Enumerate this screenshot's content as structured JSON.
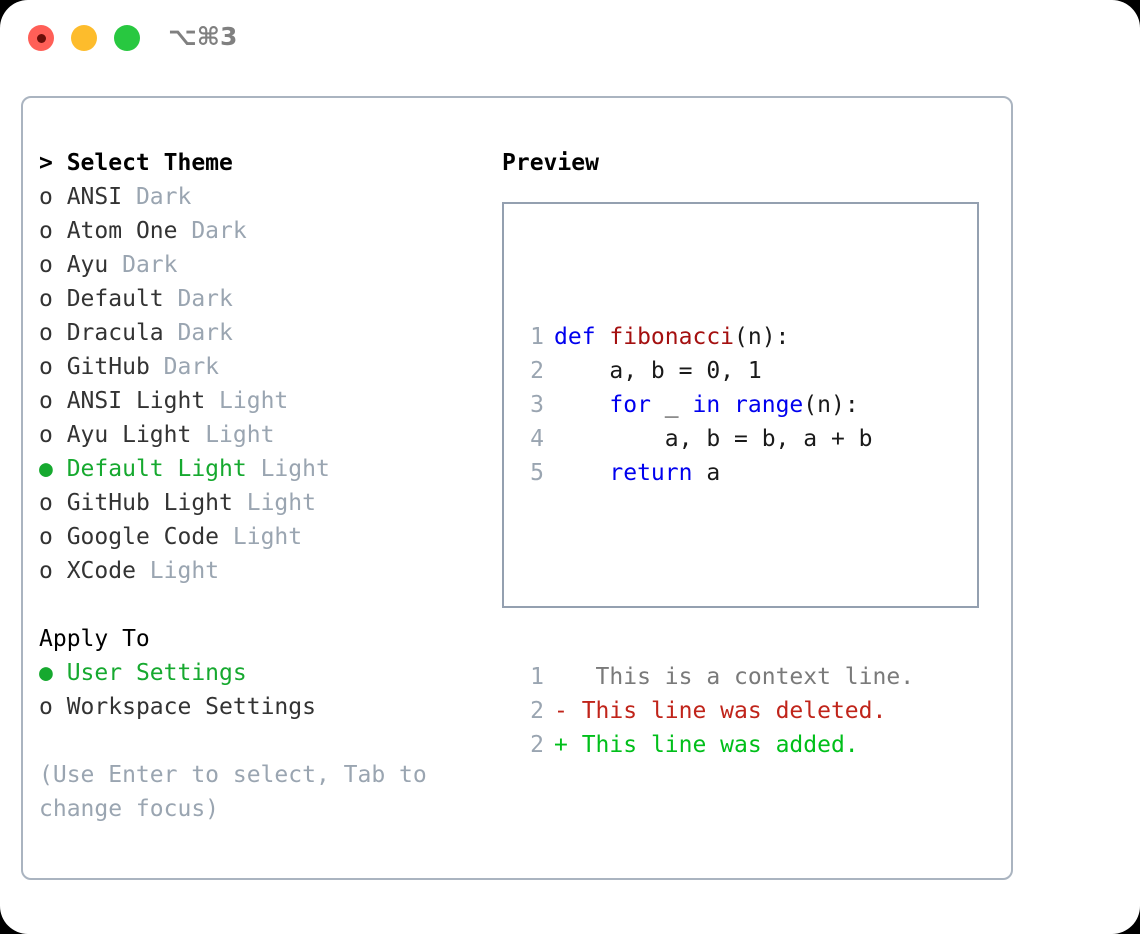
{
  "window": {
    "traffic_lights": [
      "close",
      "minimize",
      "maximize"
    ],
    "shortcut": "⌥⌘3",
    "colors": {
      "close": "#ff5f57",
      "minimize": "#fdbc2c",
      "maximize": "#28c840",
      "panel_border": "#aab4c0",
      "preview_border": "#94a0b0",
      "accent_green": "#16a92f",
      "muted": "#9aa5b1"
    }
  },
  "theme_picker": {
    "heading": "> Select Theme",
    "options": [
      {
        "marker": "o",
        "label": "ANSI",
        "tag": "Dark",
        "selected": false
      },
      {
        "marker": "o",
        "label": "Atom One",
        "tag": "Dark",
        "selected": false
      },
      {
        "marker": "o",
        "label": "Ayu",
        "tag": "Dark",
        "selected": false
      },
      {
        "marker": "o",
        "label": "Default",
        "tag": "Dark",
        "selected": false
      },
      {
        "marker": "o",
        "label": "Dracula",
        "tag": "Dark",
        "selected": false
      },
      {
        "marker": "o",
        "label": "GitHub",
        "tag": "Dark",
        "selected": false
      },
      {
        "marker": "o",
        "label": "ANSI Light",
        "tag": "Light",
        "selected": false
      },
      {
        "marker": "o",
        "label": "Ayu Light",
        "tag": "Light",
        "selected": false
      },
      {
        "marker": "●",
        "label": "Default Light",
        "tag": "Light",
        "selected": true
      },
      {
        "marker": "o",
        "label": "GitHub Light",
        "tag": "Light",
        "selected": false
      },
      {
        "marker": "o",
        "label": "Google Code",
        "tag": "Light",
        "selected": false
      },
      {
        "marker": "o",
        "label": "XCode",
        "tag": "Light",
        "selected": false
      }
    ]
  },
  "apply_to": {
    "heading": "Apply To",
    "options": [
      {
        "marker": "●",
        "label": "User Settings",
        "selected": true
      },
      {
        "marker": "o",
        "label": "Workspace Settings",
        "selected": false
      }
    ]
  },
  "hint": "(Use Enter to select, Tab to change focus)",
  "preview": {
    "title": "Preview",
    "code_lines": [
      {
        "num": "1",
        "tokens": [
          {
            "t": "def ",
            "c": "kw"
          },
          {
            "t": "fibonacci",
            "c": "fn"
          },
          {
            "t": "(n):",
            "c": "pl"
          }
        ]
      },
      {
        "num": "2",
        "tokens": [
          {
            "t": "    a, b = 0, 1",
            "c": "pl"
          }
        ]
      },
      {
        "num": "3",
        "tokens": [
          {
            "t": "    ",
            "c": "pl"
          },
          {
            "t": "for",
            "c": "kw"
          },
          {
            "t": " _ ",
            "c": "pl"
          },
          {
            "t": "in",
            "c": "kw"
          },
          {
            "t": " ",
            "c": "pl"
          },
          {
            "t": "range",
            "c": "kw"
          },
          {
            "t": "(n):",
            "c": "pl"
          }
        ]
      },
      {
        "num": "4",
        "tokens": [
          {
            "t": "        a, b = b, a + b",
            "c": "pl"
          }
        ]
      },
      {
        "num": "5",
        "tokens": [
          {
            "t": "    ",
            "c": "pl"
          },
          {
            "t": "return",
            "c": "kw"
          },
          {
            "t": " a",
            "c": "pl"
          }
        ]
      }
    ],
    "diff_lines": [
      {
        "num": "1",
        "sign": " ",
        "text": "  This is a context line.",
        "kind": "ctx"
      },
      {
        "num": "2",
        "sign": "-",
        "text": " This line was deleted.",
        "kind": "del"
      },
      {
        "num": "2",
        "sign": "+",
        "text": " This line was added.",
        "kind": "add"
      }
    ]
  }
}
